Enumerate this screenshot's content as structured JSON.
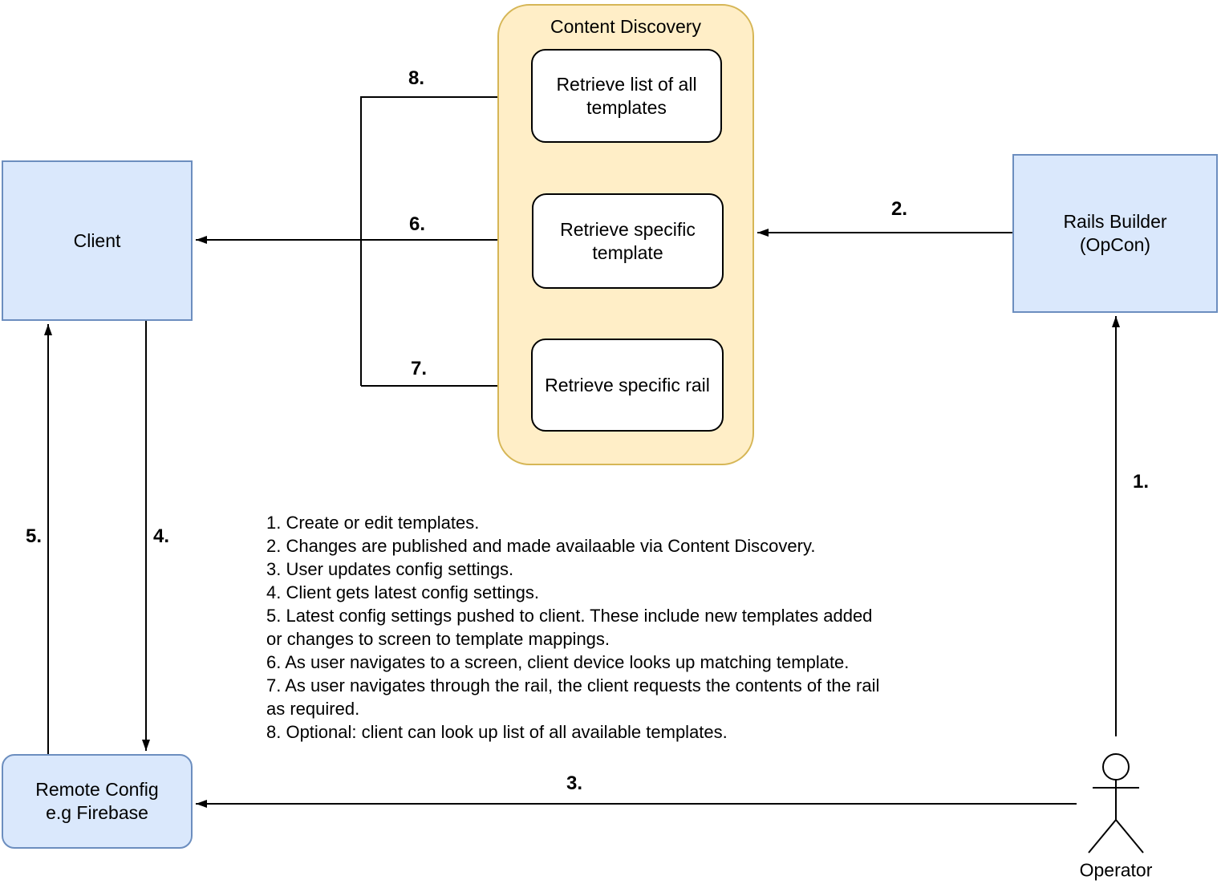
{
  "nodes": {
    "client": {
      "label": "Client"
    },
    "rails_builder": {
      "line1": "Rails Builder",
      "line2": "(OpCon)"
    },
    "remote_config": {
      "line1": "Remote Config",
      "line2": "e.g Firebase"
    },
    "operator": {
      "label": "Operator"
    }
  },
  "content_discovery": {
    "title": "Content Discovery",
    "services": [
      {
        "label": "Retrieve list of all templates"
      },
      {
        "label": "Retrieve specific template"
      },
      {
        "label": "Retrieve specific rail"
      }
    ]
  },
  "arrow_labels": {
    "s1": "1.",
    "s2": "2.",
    "s3": "3.",
    "s4": "4.",
    "s5": "5.",
    "s6": "6.",
    "s7": "7.",
    "s8": "8."
  },
  "notes": {
    "lines": [
      "1. Create or edit templates.",
      "2. Changes are published and made availaable via Content Discovery.",
      "3. User updates config settings.",
      "4. Client gets latest config settings.",
      "5. Latest config settings pushed to client. These include new templates added",
      "or changes to screen to template mappings.",
      "6. As user navigates to a screen, client device looks up matching template.",
      "7. As user navigates through the rail, the client requests the contents of the rail",
      "as required.",
      "8. Optional: client can look up list of all available templates."
    ]
  },
  "colors": {
    "node_fill": "#dae8fc",
    "node_border": "#6c8ebf",
    "container_fill": "#ffeec7",
    "container_border": "#d6b656",
    "service_fill": "#ffffff",
    "line": "#000000"
  }
}
